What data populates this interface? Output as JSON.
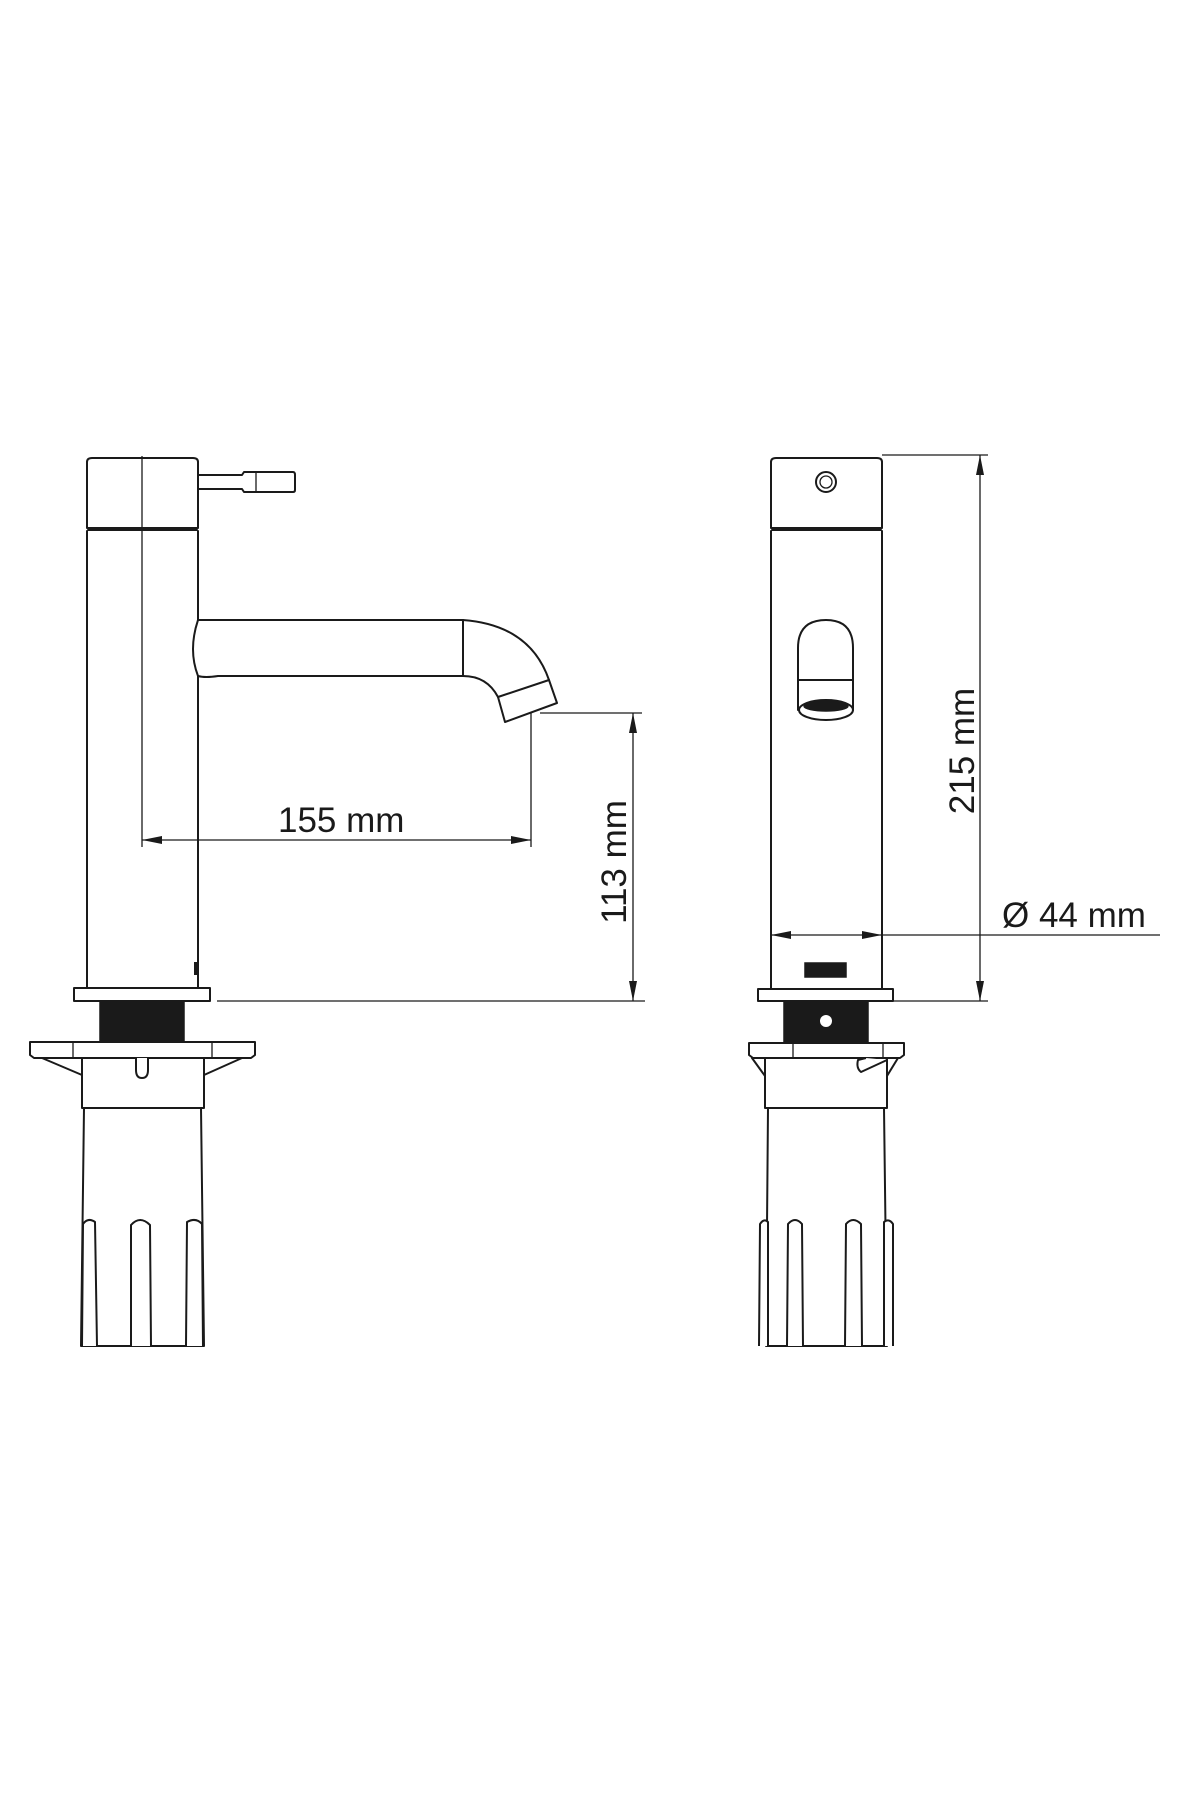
{
  "drawing": {
    "side_view": {
      "spout_reach_label": "155 mm",
      "spout_height_label": "113 mm"
    },
    "front_view": {
      "total_height_label": "215 mm",
      "diameter_label": "Ø 44 mm"
    },
    "line_color": "#1a1a1a"
  }
}
